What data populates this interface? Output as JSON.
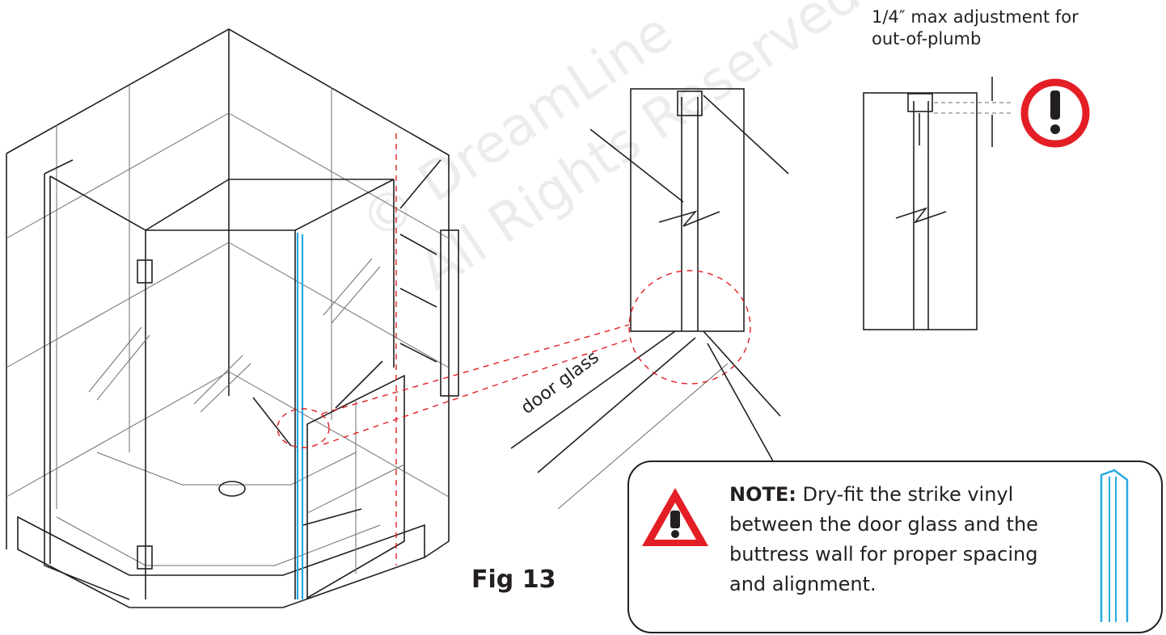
{
  "labels": {
    "adjust_line1": "1/4″ max adjustment for",
    "adjust_line2": "out-of-plumb",
    "door_glass": "door glass",
    "figure": "Fig 13"
  },
  "note": {
    "heading": "NOTE:",
    "body": "Dry-fit the strike vinyl between the door glass and the buttress wall for proper spacing and alignment."
  },
  "watermark": {
    "line1": "© DreamLine",
    "line2": "All Rights Reserved"
  },
  "colors": {
    "line": "#231f20",
    "callout_dash": "#e31e24",
    "warning": "#e31e24",
    "strike_vinyl": "#27aae1"
  },
  "icons": [
    "warning-triangle-icon",
    "exclamation-circle-icon",
    "level-tool-icon",
    "pencil-icon"
  ]
}
